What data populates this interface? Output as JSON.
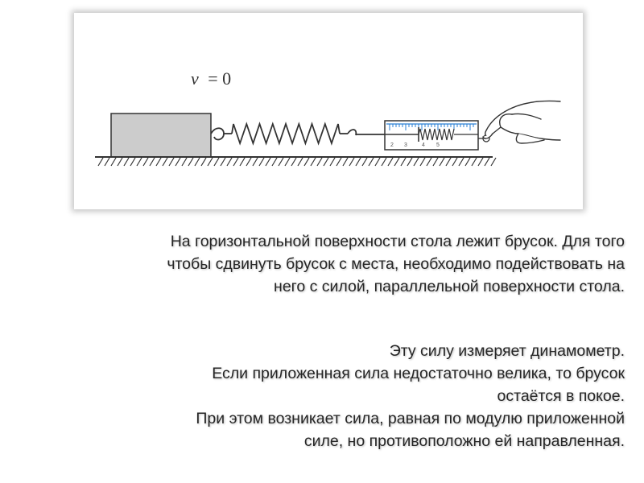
{
  "diagram": {
    "velocity_symbol": "v",
    "velocity_value": "= 0",
    "scale_labels": [
      "2",
      "3",
      "4",
      "5"
    ],
    "colors": {
      "block_fill": "#cccccc",
      "line": "#333333",
      "scale_blue": "#2a7fd4",
      "card_bg": "#ffffff"
    },
    "icons": [
      "block",
      "spring",
      "dynamometer",
      "hand",
      "hatched-surface"
    ]
  },
  "text": {
    "paragraph1": [
      "На горизонтальной поверхности стола лежит брусок. Для того",
      "чтобы сдвинуть брусок с места, необходимо подействовать на",
      "него с силой, параллельной поверхности стола."
    ],
    "paragraph2": [
      "Эту силу измеряет динамометр.",
      "Если приложенная сила недостаточно велика, то брусок",
      "остаётся в покое.",
      "При этом возникает сила, равная по модулю приложенной",
      "силе, но противоположно ей направленная."
    ]
  }
}
